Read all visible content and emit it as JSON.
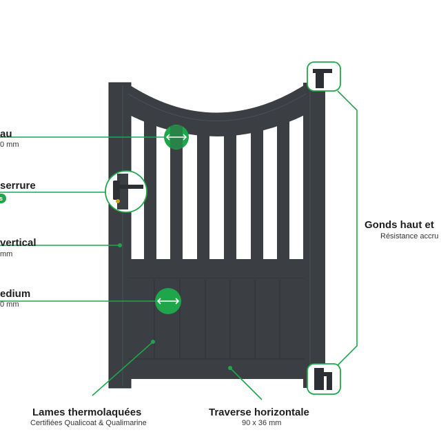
{
  "colors": {
    "accent_green": "#1fa64a",
    "gate_gray": "#3b3f44",
    "background": "#ffffff"
  },
  "icons": [
    "double-arrow-icon",
    "lock-handle-icon",
    "hinge-icon"
  ],
  "callouts": {
    "barreau": {
      "title": "au",
      "subtitle": "0 mm"
    },
    "serrure": {
      "title": "serrure",
      "badge": "s"
    },
    "montant_vertical": {
      "title": "vertical",
      "subtitle": "mm"
    },
    "soubassement": {
      "title": "edium",
      "subtitle": "0  mm"
    },
    "gonds": {
      "title": "Gonds haut et",
      "subtitle": "Résistance accru"
    },
    "lames": {
      "title": "Lames thermolaquées",
      "subtitle": "Certifiées Qualicoat & Qualimarine"
    },
    "traverse": {
      "title": "Traverse horizontale",
      "subtitle": "90 x 36 mm"
    }
  }
}
